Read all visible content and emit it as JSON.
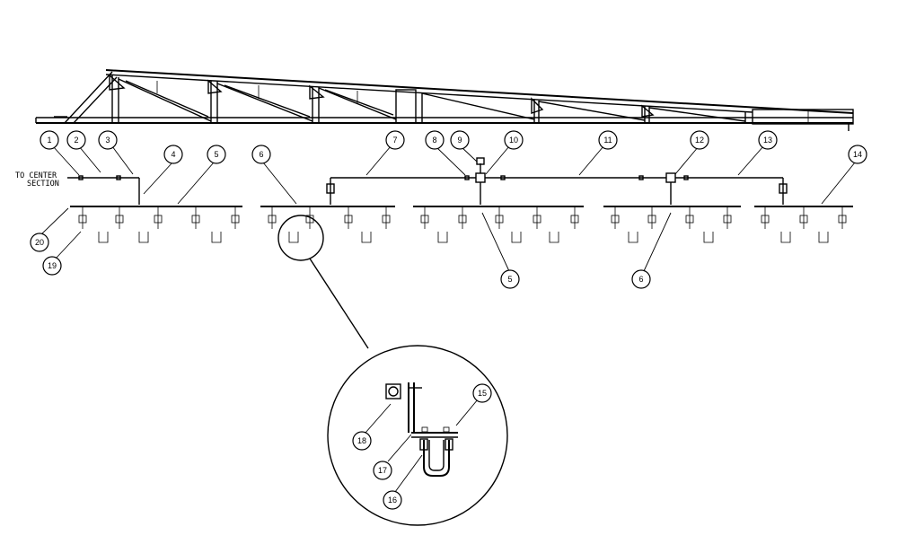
{
  "diagram": {
    "side_label_line1": "TO CENTER",
    "side_label_line2": "SECTION",
    "callouts": [
      "1",
      "2",
      "3",
      "4",
      "5",
      "6",
      "7",
      "8",
      "9",
      "10",
      "11",
      "12",
      "13",
      "14",
      "15",
      "16",
      "17",
      "18",
      "19",
      "20"
    ],
    "callouts_extra": [
      "5",
      "6"
    ]
  }
}
